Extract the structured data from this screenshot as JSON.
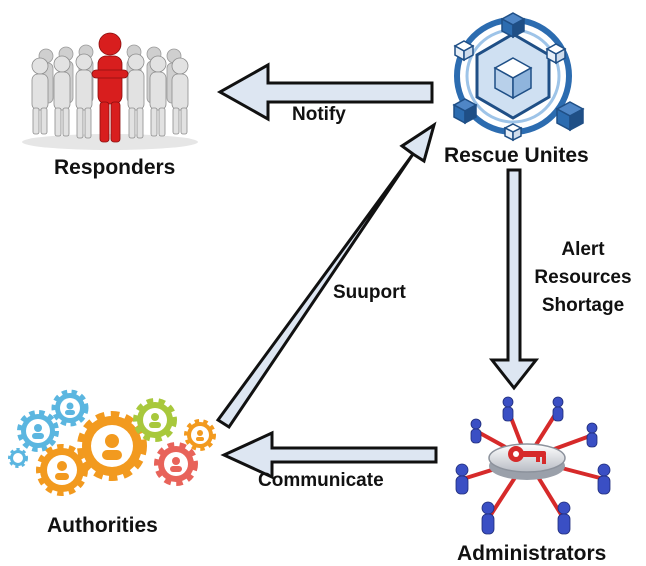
{
  "nodes": {
    "responders": "Responders",
    "rescue_units": "Rescue Unites",
    "authorities": "Authorities",
    "administrators": "Administrators"
  },
  "edges": {
    "notify": "Notify",
    "support": "Suuport",
    "communicate": "Communicate",
    "alert": [
      "Alert",
      "Resources",
      "Shortage"
    ]
  },
  "icons": {
    "responders": "people-crowd-leader-icon",
    "rescue_units": "network-cubes-icon",
    "authorities": "people-gears-icon",
    "administrators": "central-key-network-icon"
  },
  "colors": {
    "arrow_fill": "#dde6f2",
    "arrow_stroke": "#111111",
    "leader": "#d81e1e",
    "cube": "#2c6cb0",
    "key": "#d62a2a",
    "person_blue": "#3a4fc4"
  }
}
